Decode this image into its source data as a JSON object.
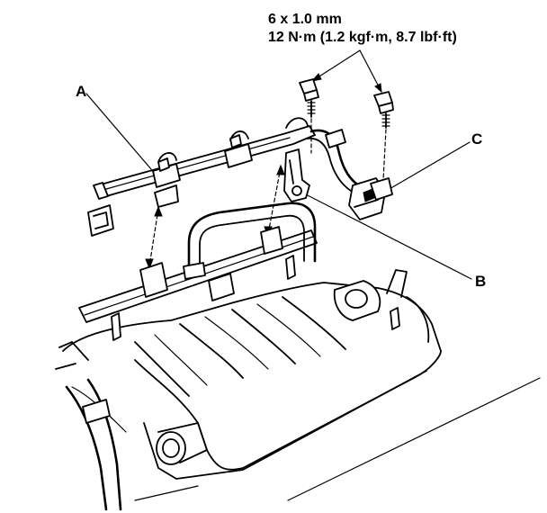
{
  "torque_spec": {
    "size": "6 x 1.0 mm",
    "torque": "12 N·m (1.2 kgf·m, 8.7 lbf·ft)"
  },
  "labels": {
    "a": "A",
    "b": "B",
    "c": "C"
  }
}
